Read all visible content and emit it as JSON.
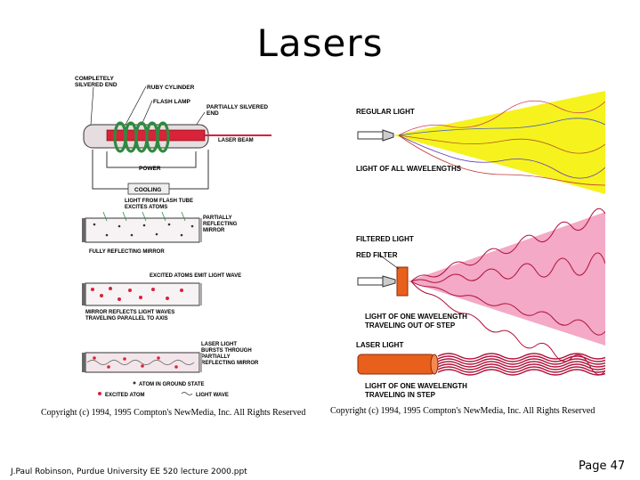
{
  "slide": {
    "title": "Lasers",
    "footer": "J.Paul Robinson, Purdue University EE 520 lecture 2000.ppt",
    "page": "Page 47"
  },
  "left_figure": {
    "copyright": "Copyright (c) 1994, 1995 Compton's NewMedia, Inc. All Rights Reserved",
    "labels": {
      "completely_silvered_end": [
        "COMPLETELY",
        "SILVERED END"
      ],
      "ruby_cylinder": "RUBY CYLINDER",
      "flash_lamp": "FLASH LAMP",
      "partially_silvered_end": [
        "PARTIALLY SILVERED",
        "END"
      ],
      "laser_beam": "LASER BEAM",
      "power": "POWER",
      "cooling": "COOLING",
      "light_from_flash": [
        "LIGHT FROM FLASH TUBE",
        "EXCITES ATOMS"
      ],
      "partially_reflecting": [
        "PARTIALLY",
        "REFLECTING",
        "MIRROR"
      ],
      "fully_reflecting": "FULLY REFLECTING MIRROR",
      "excited_atoms_emit": "EXCITED ATOMS EMIT LIGHT WAVE",
      "mirror_reflects": [
        "MIRROR REFLECTS LIGHT WAVES",
        "TRAVELING PARALLEL TO AXIS"
      ],
      "laser_light_bursts": [
        "LASER LIGHT",
        "BURSTS THROUGH",
        "PARTIALLY",
        "REFLECTING MIRROR"
      ],
      "legend_ground": "ATOM IN GROUND STATE",
      "legend_excited": "EXCITED ATOM",
      "legend_wave": "LIGHT WAVE"
    }
  },
  "right_figure": {
    "copyright": "Copyright (c) 1994, 1995 Compton's NewMedia, Inc. All Rights Reserved",
    "labels": {
      "regular_light": "REGULAR LIGHT",
      "all_wavelengths": "LIGHT OF ALL WAVELENGTHS",
      "filtered_light": "FILTERED LIGHT",
      "red_filter": "RED FILTER",
      "one_wavelength_out": [
        "LIGHT OF ONE WAVELENGTH",
        "TRAVELING OUT OF STEP"
      ],
      "laser_light": "LASER LIGHT",
      "one_wavelength_in": [
        "LIGHT OF ONE WAVELENGTH",
        "TRAVELING IN STEP"
      ]
    }
  },
  "colors": {
    "yellow_beam": "#f6f21e",
    "pink_beam": "#f4a9c6",
    "laser_red": "#b0123a",
    "ruby": "#d8233a",
    "coil": "#2e8b3e",
    "orange_rod": "#e8601c"
  }
}
